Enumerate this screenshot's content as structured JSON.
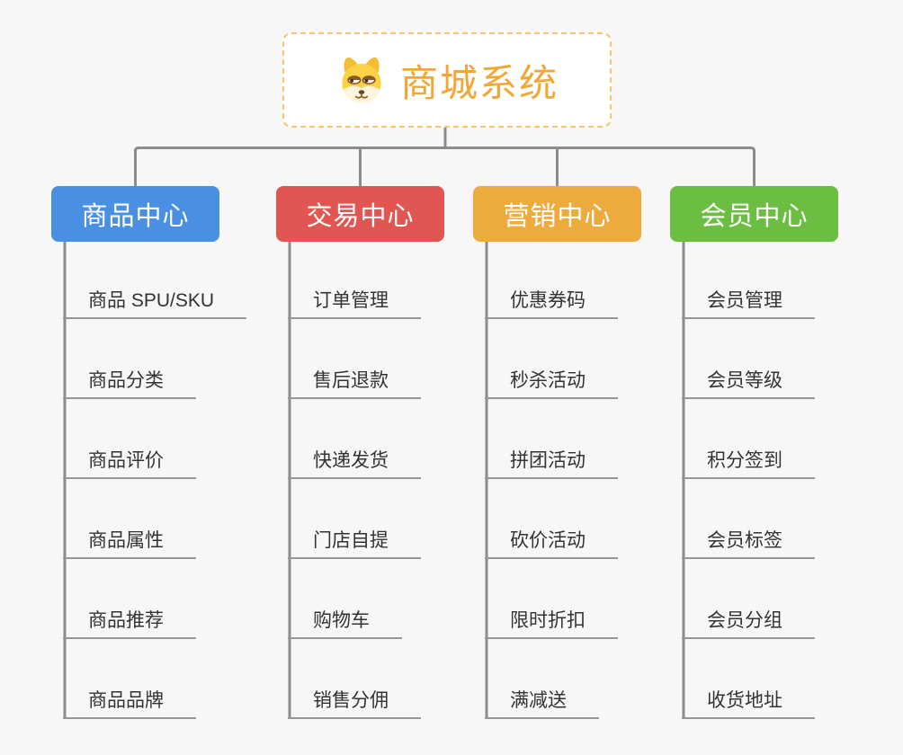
{
  "root": {
    "title": "商城系统",
    "icon": "doge-dog-icon"
  },
  "colors": {
    "canvas_bg": "#f7f7f7",
    "root_border": "#f6c571",
    "root_text": "#f0a737",
    "connector": "#8c8c8c",
    "child_underline": "#979797",
    "child_text": "#333333",
    "branch_text": "#ffffff"
  },
  "branches": [
    {
      "label": "商品中心",
      "color": "#4a90e2",
      "children": [
        "商品 SPU/SKU",
        "商品分类",
        "商品评价",
        "商品属性",
        "商品推荐",
        "商品品牌"
      ]
    },
    {
      "label": "交易中心",
      "color": "#e15653",
      "children": [
        "订单管理",
        "售后退款",
        "快递发货",
        "门店自提",
        "购物车",
        "销售分佣"
      ]
    },
    {
      "label": "营销中心",
      "color": "#edab3e",
      "children": [
        "优惠券码",
        "秒杀活动",
        "拼团活动",
        "砍价活动",
        "限时折扣",
        "满减送"
      ]
    },
    {
      "label": "会员中心",
      "color": "#6cbe42",
      "children": [
        "会员管理",
        "会员等级",
        "积分签到",
        "会员标签",
        "会员分组",
        "收货地址"
      ]
    }
  ]
}
